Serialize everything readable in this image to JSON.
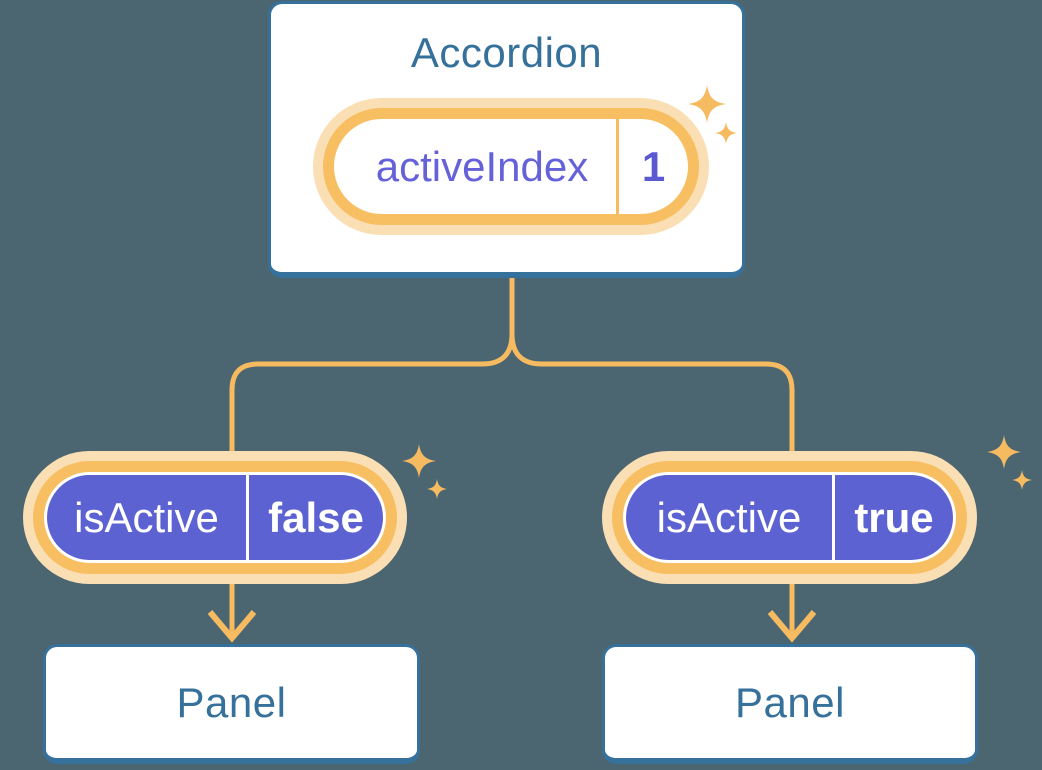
{
  "diagram": {
    "type": "react-component-state-tree",
    "root": {
      "title": "Accordion",
      "state_pill": {
        "label": "activeIndex",
        "value": "1"
      }
    },
    "branches": [
      {
        "prop_pill": {
          "label": "isActive",
          "value": "false"
        },
        "panel": {
          "title": "Panel"
        }
      },
      {
        "prop_pill": {
          "label": "isActive",
          "value": "true"
        },
        "panel": {
          "title": "Panel"
        }
      }
    ],
    "icons": {
      "sparkle_big": "sparkles-icon",
      "sparkle_small": "sparkles-icon"
    },
    "colors": {
      "background": "#4C6671",
      "box_fill": "#FFFFFF",
      "box_border_blue": "#35719B",
      "heading_text_blue": "#35719B",
      "connector_orange": "#F6BA61",
      "pill_ring_orange": "#F8BE62",
      "pill_glow_orange": "#FBDFB4",
      "pill_fill_purple": "#5D62D2",
      "pill_label_purple": "#6561D8",
      "pill_value_purple": "#5B58D0",
      "pill_text_on_purple": "#FFFFFF"
    }
  }
}
